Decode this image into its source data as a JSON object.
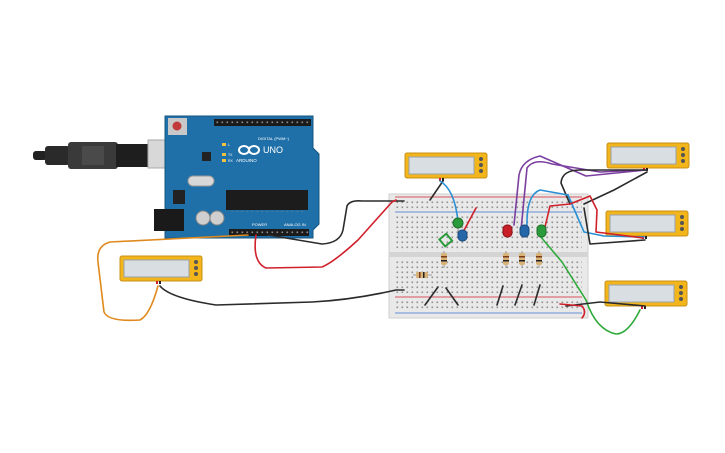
{
  "canvas": {
    "background": "#ffffff"
  },
  "arduino": {
    "board_name": "UNO",
    "brand": "ARDUINO",
    "digital_label": "DIGITAL (PWM~)",
    "power_label": "POWER",
    "analog_label": "ANALOG IN",
    "tx_label": "TX",
    "rx_label": "RX",
    "l_label": "L",
    "color": "#1f6fa8"
  },
  "wire_colors": {
    "black": "#2b2b2b",
    "red": "#d0202a",
    "orange": "#e08a1e",
    "purple": "#7b3fa0",
    "blue": "#2a8fd4",
    "green": "#2eaa3a"
  },
  "led_colors": {
    "red": "#c81e28",
    "blue": "#2466a8",
    "green": "#2a9a3a"
  },
  "component_colors": {
    "display_frame": "#f2b51a",
    "display_screen": "#d9dee3",
    "breadboard": "#e9e9e9"
  }
}
